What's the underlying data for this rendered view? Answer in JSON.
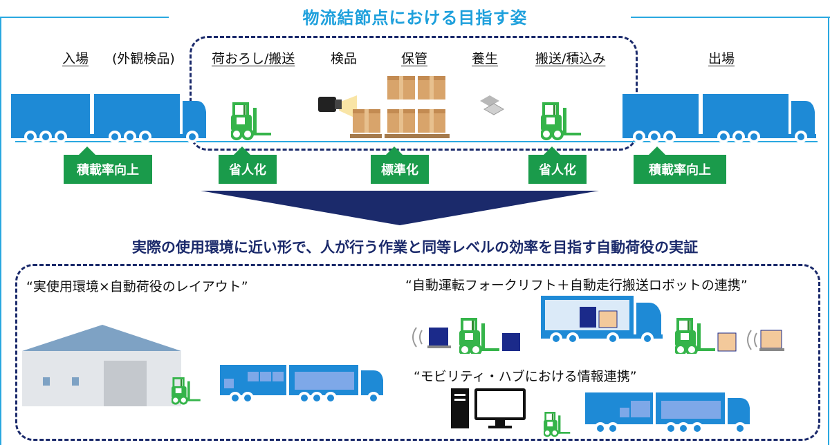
{
  "title": "物流結節点における目指す姿",
  "stages": {
    "entry": "入場",
    "visual_inspection": "(外観検品)",
    "unload": "荷おろし/搬送",
    "inspection": "検品",
    "storage": "保管",
    "curing": "養生",
    "loading": "搬送/積込み",
    "exit": "出場"
  },
  "badges": {
    "load_rate_left": "積載率向上",
    "labor_saving_left": "省人化",
    "standardization": "標準化",
    "labor_saving_right": "省人化",
    "load_rate_right": "積載率向上"
  },
  "subtitle": "実際の使用環境に近い形で、人が行う作業と同等レベルの効率を目指す自動荷役の実証",
  "quotes": {
    "layout": "“実使用環境×自動荷役のレイアウト”",
    "collab": "“自動運転フォークリフト＋自動走行搬送ロボットの連携”",
    "hub": "“モビリティ・ハブにおける情報連携”"
  },
  "colors": {
    "accent": "#1ea0dc",
    "truck": "#1e8ad6",
    "navy": "#1b2a6b",
    "badge": "#1a9b4b",
    "forklift": "#35b44a"
  }
}
